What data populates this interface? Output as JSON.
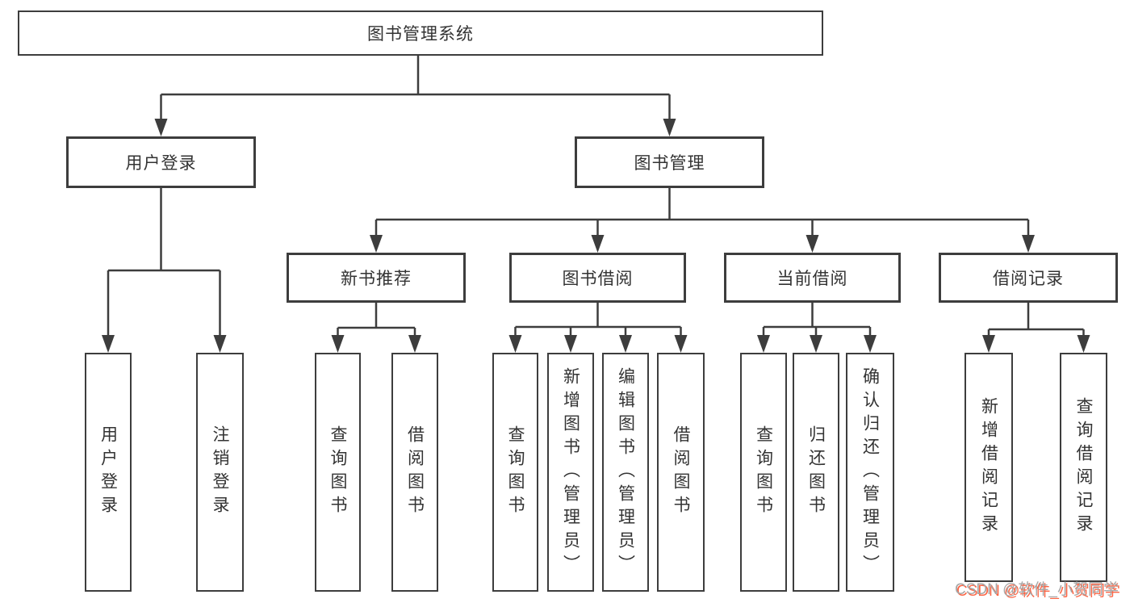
{
  "diagram": {
    "title": "图书管理系统",
    "line_color": "#3d3d3d",
    "text_color": "#333333",
    "background_color": "#ffffff",
    "root": {
      "label": "图书管理系统"
    },
    "level2": [
      {
        "id": "user-login",
        "label": "用户登录"
      },
      {
        "id": "book-management",
        "label": "图书管理"
      }
    ],
    "level3": [
      {
        "id": "new-book-recommend",
        "label": "新书推荐",
        "parent": "图书管理"
      },
      {
        "id": "book-borrowing",
        "label": "图书借阅",
        "parent": "图书管理"
      },
      {
        "id": "current-borrowing",
        "label": "当前借阅",
        "parent": "图书管理"
      },
      {
        "id": "borrowing-records",
        "label": "借阅记录",
        "parent": "图书管理"
      }
    ],
    "leaves": {
      "user_login": [
        "用户登录",
        "注销登录"
      ],
      "new_book_recommend": [
        "查询图书",
        "借阅图书"
      ],
      "book_borrowing": [
        "查询图书",
        "新增图书（管理员）",
        "编辑图书（管理员）",
        "借阅图书"
      ],
      "current_borrowing": [
        "查询图书",
        "归还图书",
        "确认归还（管理员）"
      ],
      "borrowing_records": [
        "新增借阅记录",
        "查询借阅记录"
      ]
    }
  },
  "watermark": {
    "text": "CSDN @软件_小贺同学",
    "color": "#9e9e9e",
    "shadow_color": "#fc5531"
  }
}
